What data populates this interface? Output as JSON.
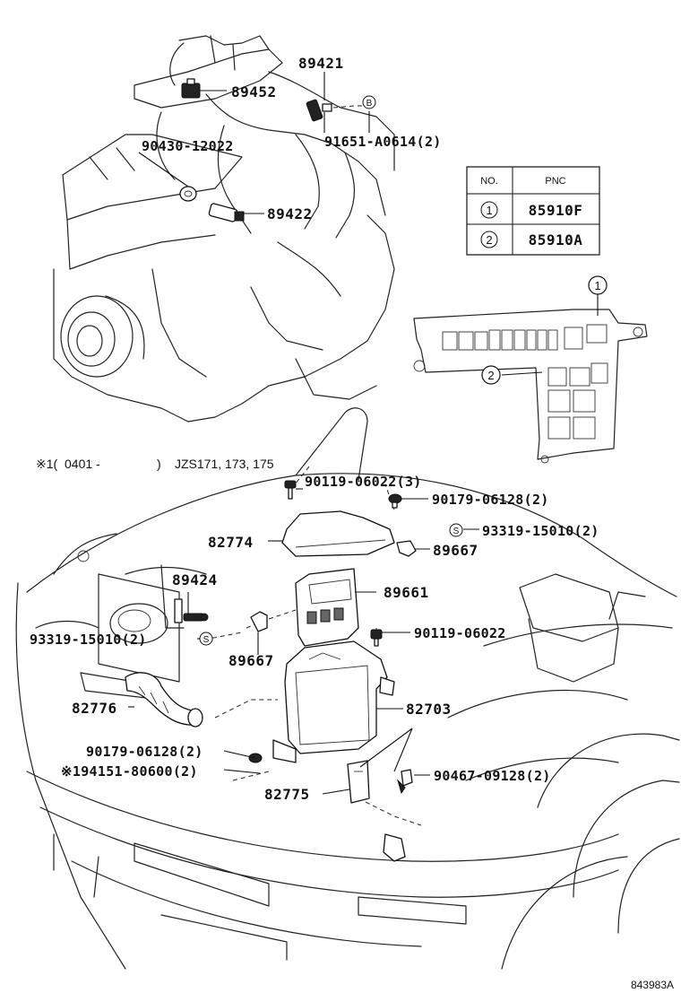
{
  "diagram": {
    "callouts": {
      "p89421": "89421",
      "p89452": "89452",
      "p91651": "91651-A0614(2)",
      "p90430": "90430-12022",
      "p89422": "89422",
      "p90119a": "90119-06022(3)",
      "p90179a": "90179-06128(2)",
      "p93319a": "93319-15010(2)",
      "p82774": "82774",
      "p89667a": "89667",
      "p89424": "89424",
      "p89661": "89661",
      "p93319b": "93319-15010(2)",
      "p89667b": "89667",
      "p90119b": "90119-06022",
      "p82776": "82776",
      "p82703": "82703",
      "p90179b": "90179-06128(2)",
      "p194151": "※194151-80600(2)",
      "p90467": "90467-09128(2)",
      "p82775": "82775"
    },
    "markers": {
      "b": "B",
      "s": "S",
      "one": "1",
      "two": "2"
    },
    "note": {
      "prefix": "※1(",
      "start": "0401 -",
      "end": ")",
      "models": "JZS171, 173, 175"
    },
    "table": {
      "col_no": "NO.",
      "col_pnc": "PNC",
      "rows": [
        {
          "no": "1",
          "pnc": "85910F"
        },
        {
          "no": "2",
          "pnc": "85910A"
        }
      ]
    },
    "illustration_id": "843983A"
  }
}
